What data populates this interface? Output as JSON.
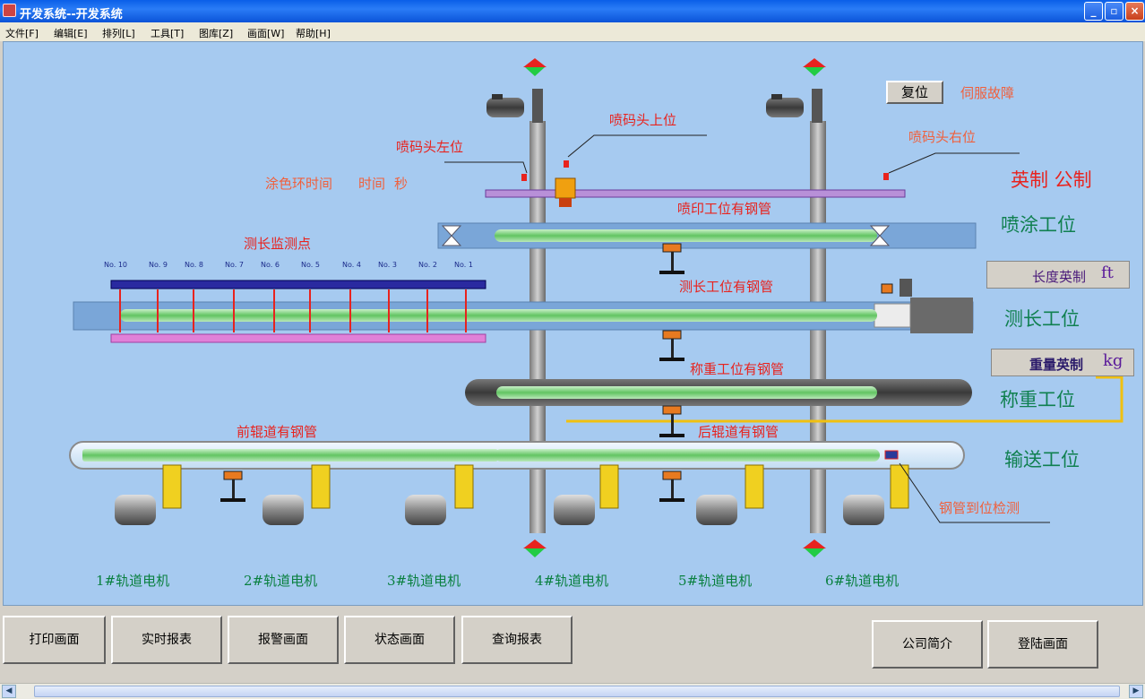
{
  "window": {
    "title": "开发系统--开发系统",
    "min": "_",
    "max": "▫",
    "close": "×"
  },
  "menu": [
    {
      "label": "文件[F]"
    },
    {
      "label": "编辑[E]"
    },
    {
      "label": "排列[L]"
    },
    {
      "label": "工具[T]"
    },
    {
      "label": "图库[Z]"
    },
    {
      "label": "画面[W]"
    },
    {
      "label": "帮助[H]"
    }
  ],
  "panel": {
    "reset_button": "复位",
    "servo_fault": "伺服故障",
    "sprayhead_up": "喷码头上位",
    "sprayhead_left": "喷码头左位",
    "sprayhead_right": "喷码头右位",
    "color_ring_time": "涂色环时间",
    "time_label": "时间",
    "seconds_label": "秒",
    "unit_imperial_metric": "英制 公制",
    "spray_station": "喷涂工位",
    "spray_has_pipe": "喷印工位有钢管",
    "length_monitor": "测长监测点",
    "length_has_pipe": "测长工位有钢管",
    "length_station": "测长工位",
    "length_unit_label": "长度英制",
    "length_unit_value": "ft",
    "weigh_unit_label": "重量英制",
    "weigh_unit_value": "kg",
    "weigh_has_pipe": "称重工位有钢管",
    "weigh_station": "称重工位",
    "front_roller_pipe": "前辊道有钢管",
    "rear_roller_pipe": "后辊道有钢管",
    "convey_station": "输送工位",
    "pipe_in_place": "钢管到位检测"
  },
  "monitor_points": [
    "No. 10",
    "No. 9",
    "No. 8",
    "No. 7",
    "No. 6",
    "No. 5",
    "No. 4",
    "No. 3",
    "No. 2",
    "No. 1"
  ],
  "motors": [
    "1#轨道电机",
    "2#轨道电机",
    "3#轨道电机",
    "4#轨道电机",
    "5#轨道电机",
    "6#轨道电机"
  ],
  "buttons": {
    "print": "打印画面",
    "realtime_report": "实时报表",
    "alarm": "报警画面",
    "status": "状态画面",
    "query_report": "查询报表",
    "company": "公司简介",
    "login": "登陆画面"
  },
  "colors": {
    "canvas_bg": "#a6caf0",
    "pipe_green": "#7ed67e",
    "label_red": "#e8231e",
    "station_green": "#108050"
  },
  "icons": [
    "warning-arrow-icon",
    "motor-icon",
    "sensor-icon"
  ]
}
